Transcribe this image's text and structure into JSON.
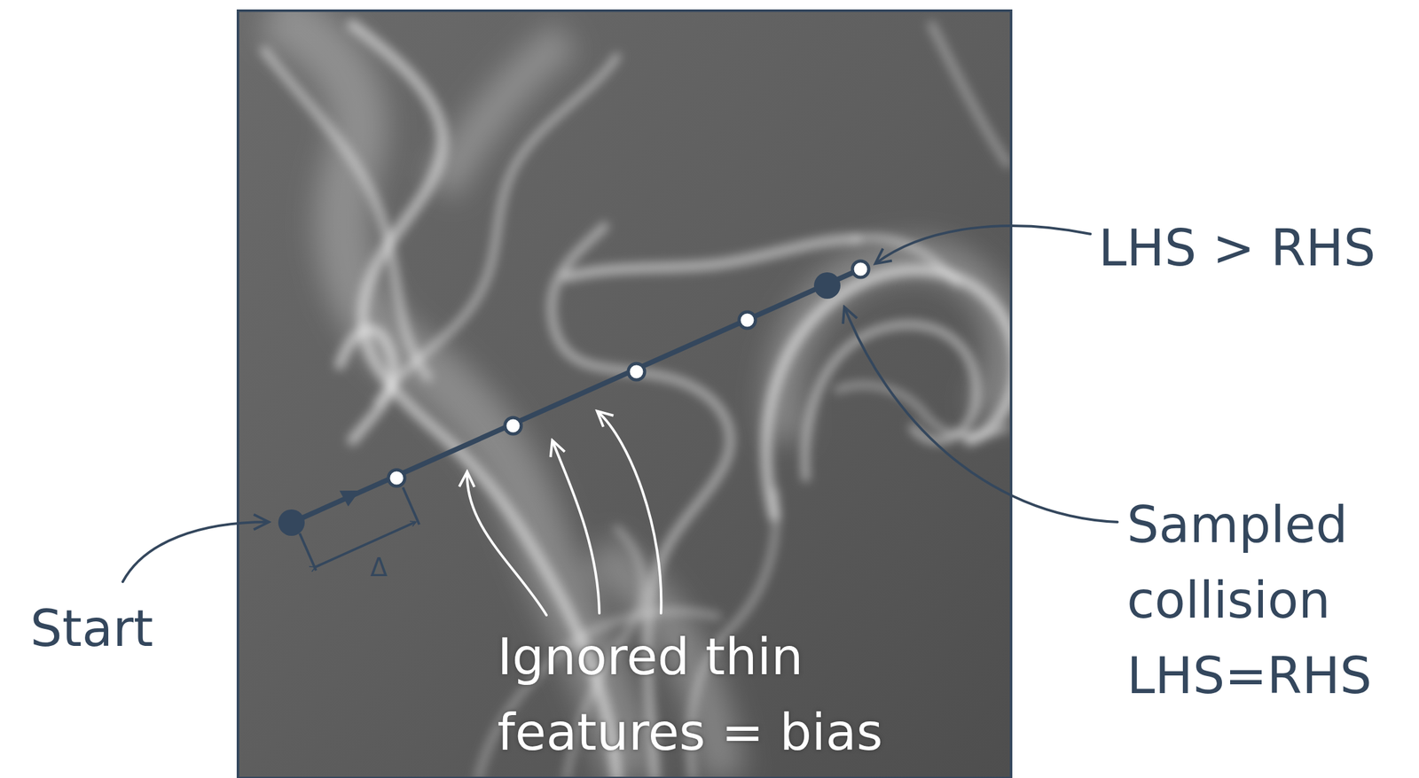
{
  "diagram": {
    "labels": [
      "Start",
      "Δ",
      "Ignored thin features = bias",
      "LHS > RHS",
      "Sampled collision LHS=RHS"
    ]
  }
}
